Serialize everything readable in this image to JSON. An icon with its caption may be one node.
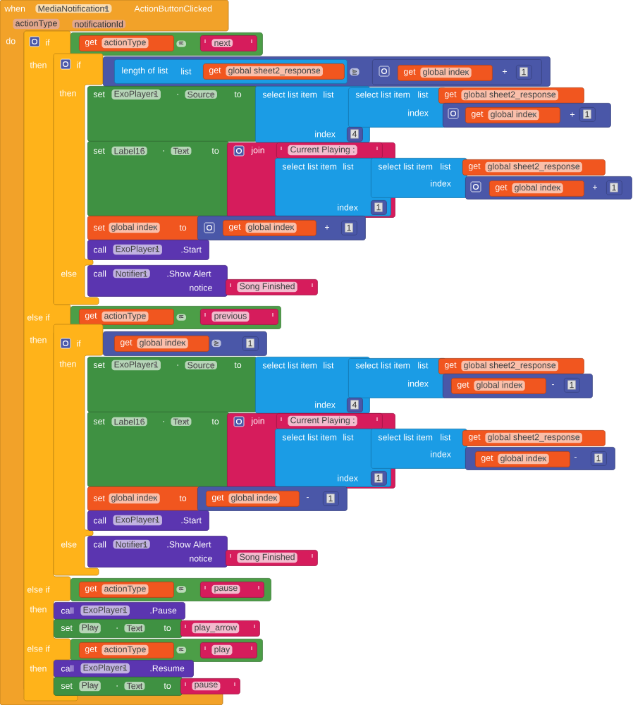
{
  "diagram": {
    "nodes": [
      {
        "text": [
          "when",
          "MediaNotification1",
          "ActionButtonClicked",
          "actionType",
          "notificationId",
          "do"
        ]
      },
      {
        "text": [
          "if",
          "then",
          "else if",
          "then",
          "else if",
          "then",
          "else if",
          "then"
        ]
      },
      {
        "text": [
          "="
        ]
      },
      {
        "text": [
          "get",
          "actionType"
        ],
        "in": 2
      },
      {
        "text": [
          "next"
        ],
        "in": 2
      },
      {
        "text": [
          "if",
          "then",
          "else"
        ]
      },
      {
        "text": [
          "≥"
        ]
      },
      {
        "text": [
          "length of list",
          "list"
        ],
        "in": 6
      },
      {
        "text": [
          "get",
          "global sheet2_response"
        ],
        "in": 7
      },
      {
        "text": [
          "+"
        ],
        "in": 6
      },
      {
        "text": [
          "get",
          "global index"
        ],
        "in": 9
      },
      {
        "text": [
          "1"
        ],
        "in": 9
      },
      {
        "text": [
          "set",
          "ExoPlayer1",
          ".",
          "Source",
          "to"
        ]
      },
      {
        "text": [
          "select list item",
          "list",
          "index"
        ]
      },
      {
        "text": [
          "select list item",
          "list",
          "index"
        ]
      },
      {
        "text": [
          "get",
          "global sheet2_response"
        ]
      },
      {
        "text": [
          "+"
        ]
      },
      {
        "text": [
          "get",
          "global index"
        ],
        "in": 16
      },
      {
        "text": [
          "1"
        ],
        "in": 16
      },
      {
        "text": [
          "4"
        ],
        "in": 13
      },
      {
        "text": [
          "set",
          "Label16",
          ".",
          "Text",
          "to"
        ]
      },
      {
        "text": [
          "join"
        ]
      },
      {
        "text": [
          "Current Playing :"
        ],
        "in": 21
      },
      {
        "text": [
          "select list item",
          "list",
          "index"
        ],
        "in": 21
      },
      {
        "text": [
          "select list item",
          "list",
          "index"
        ]
      },
      {
        "text": [
          "get",
          "global sheet2_response"
        ]
      },
      {
        "text": [
          "+"
        ]
      },
      {
        "text": [
          "get",
          "global index"
        ],
        "in": 26
      },
      {
        "text": [
          "1"
        ],
        "in": 26
      },
      {
        "text": [
          "1"
        ],
        "in": 23
      },
      {
        "text": [
          "set",
          "global index",
          "to"
        ]
      },
      {
        "text": [
          "+"
        ]
      },
      {
        "text": [
          "get",
          "global index"
        ],
        "in": 31
      },
      {
        "text": [
          "1"
        ],
        "in": 31
      },
      {
        "text": [
          "call",
          "ExoPlayer1",
          ".Start"
        ]
      },
      {
        "text": [
          "call",
          "Notifier1",
          ".Show Alert",
          "notice"
        ]
      },
      {
        "text": [
          "Song Finished"
        ]
      },
      {
        "text": [
          "="
        ]
      },
      {
        "text": [
          "get",
          "actionType"
        ],
        "in": 37
      },
      {
        "text": [
          "previous"
        ],
        "in": 37
      },
      {
        "text": [
          "if",
          "then",
          "else"
        ]
      },
      {
        "text": [
          "≥"
        ]
      },
      {
        "text": [
          "get",
          "global index"
        ],
        "in": 41
      },
      {
        "text": [
          "1"
        ],
        "in": 41
      },
      {
        "text": [
          "set",
          "ExoPlayer1",
          ".",
          "Source",
          "to"
        ]
      },
      {
        "text": [
          "select list item",
          "list",
          "index"
        ]
      },
      {
        "text": [
          "select list item",
          "list",
          "index"
        ]
      },
      {
        "text": [
          "get",
          "global sheet2_response"
        ]
      },
      {
        "text": [
          "-"
        ]
      },
      {
        "text": [
          "get",
          "global index"
        ],
        "in": 48
      },
      {
        "text": [
          "1"
        ],
        "in": 48
      },
      {
        "text": [
          "4"
        ],
        "in": 45
      },
      {
        "text": [
          "set",
          "Label16",
          ".",
          "Text",
          "to"
        ]
      },
      {
        "text": [
          "join"
        ]
      },
      {
        "text": [
          "Current Playing :"
        ],
        "in": 53
      },
      {
        "text": [
          "select list item",
          "list",
          "index"
        ],
        "in": 53
      },
      {
        "text": [
          "select list item",
          "list",
          "index"
        ]
      },
      {
        "text": [
          "get",
          "global sheet2_response"
        ]
      },
      {
        "text": [
          "-"
        ]
      },
      {
        "text": [
          "get",
          "global index"
        ],
        "in": 58
      },
      {
        "text": [
          "1"
        ],
        "in": 58
      },
      {
        "text": [
          "1"
        ],
        "in": 55
      },
      {
        "text": [
          "set",
          "global index",
          "to"
        ]
      },
      {
        "text": [
          "-"
        ]
      },
      {
        "text": [
          "get",
          "global index"
        ],
        "in": 63
      },
      {
        "text": [
          "1"
        ],
        "in": 63
      },
      {
        "text": [
          "call",
          "ExoPlayer1",
          ".Start"
        ]
      },
      {
        "text": [
          "call",
          "Notifier1",
          ".Show Alert",
          "notice"
        ]
      },
      {
        "text": [
          "Song Finished"
        ]
      },
      {
        "text": [
          "="
        ]
      },
      {
        "text": [
          "get",
          "actionType"
        ],
        "in": 69
      },
      {
        "text": [
          "pause"
        ],
        "in": 69
      },
      {
        "text": [
          "call",
          "ExoPlayer1",
          ".Pause"
        ]
      },
      {
        "text": [
          "set",
          "Play",
          ".",
          "Text",
          "to"
        ]
      },
      {
        "text": [
          "play_arrow"
        ]
      },
      {
        "text": [
          "="
        ]
      },
      {
        "text": [
          "get",
          "actionType"
        ],
        "in": 75
      },
      {
        "text": [
          "play"
        ],
        "in": 75
      },
      {
        "text": [
          "call",
          "ExoPlayer1",
          ".Resume"
        ]
      },
      {
        "text": [
          "set",
          "Play",
          ".",
          "Text",
          "to"
        ]
      },
      {
        "text": [
          "pause"
        ]
      }
    ]
  }
}
